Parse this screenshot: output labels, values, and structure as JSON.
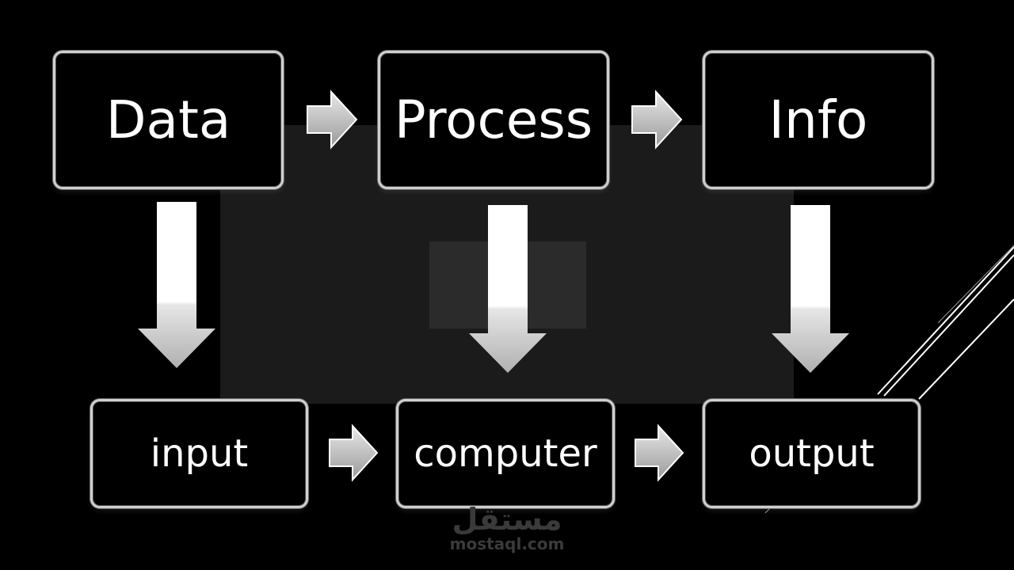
{
  "diagram": {
    "top_row": {
      "data": "Data",
      "process": "Process",
      "info": "Info"
    },
    "bottom_row": {
      "input": "input",
      "computer": "computer",
      "output": "output"
    }
  },
  "watermark": {
    "logo": "مستقل",
    "url": "mostaql.com"
  },
  "colors": {
    "background": "#000000",
    "box_border": "#cfcfcf",
    "text": "#ffffff",
    "arrow_light": "#ffffff",
    "arrow_grey": "#b8b8b8"
  }
}
